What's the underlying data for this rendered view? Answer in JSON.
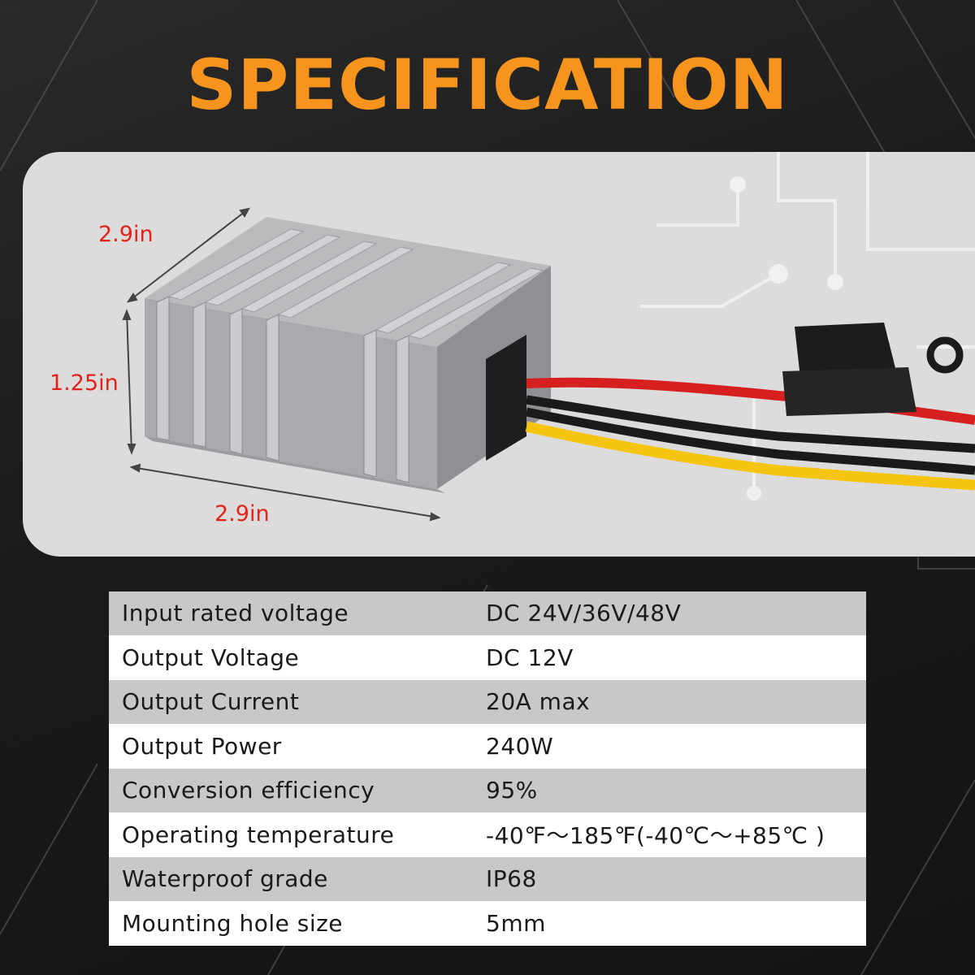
{
  "title": "SPECIFICATION",
  "dimensions": {
    "depth": "2.9in",
    "height": "1.25in",
    "width": "2.9in"
  },
  "specs": [
    {
      "label": "Input rated voltage",
      "value": "DC 24V/36V/48V"
    },
    {
      "label": "Output Voltage",
      "value": "DC 12V"
    },
    {
      "label": "Output Current",
      "value": "20A max"
    },
    {
      "label": "Output Power",
      "value": "240W"
    },
    {
      "label": "Conversion efficiency",
      "value": "95%"
    },
    {
      "label": "Operating temperature",
      "value": "-40℉～185℉(-40℃～+85℃ )"
    },
    {
      "label": "Waterproof grade",
      "value": "IP68"
    },
    {
      "label": "Mounting hole size",
      "value": "5mm"
    }
  ],
  "colors": {
    "title": "#f7941d",
    "dimension_text": "#e2231a",
    "background": "#1e1e1e",
    "panel": "#dcdcdc"
  }
}
